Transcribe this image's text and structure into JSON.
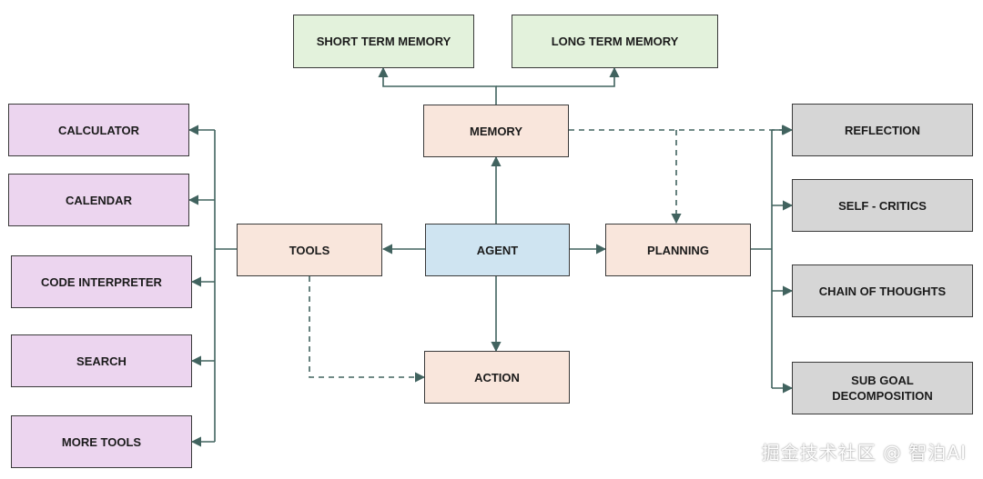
{
  "nodes": {
    "short_term_memory": "SHORT TERM MEMORY",
    "long_term_memory": "LONG TERM MEMORY",
    "memory": "MEMORY",
    "calculator": "CALCULATOR",
    "calendar": "CALENDAR",
    "code_interpreter": "CODE INTERPRETER",
    "search": "SEARCH",
    "more_tools": "MORE TOOLS",
    "tools": "TOOLS",
    "agent": "AGENT",
    "action": "ACTION",
    "planning": "PLANNING",
    "reflection": "REFLECTION",
    "self_critics": "SELF - CRITICS",
    "chain_of_thoughts": "CHAIN OF THOUGHTS",
    "sub_goal_decomposition": "SUB GOAL\nDECOMPOSITION"
  },
  "edges": [
    {
      "from": "memory",
      "to": "short_term_memory",
      "style": "solid"
    },
    {
      "from": "memory",
      "to": "long_term_memory",
      "style": "solid"
    },
    {
      "from": "agent",
      "to": "memory",
      "style": "solid"
    },
    {
      "from": "agent",
      "to": "tools",
      "style": "solid"
    },
    {
      "from": "agent",
      "to": "planning",
      "style": "solid"
    },
    {
      "from": "agent",
      "to": "action",
      "style": "solid"
    },
    {
      "from": "tools",
      "to": "calculator",
      "style": "solid"
    },
    {
      "from": "tools",
      "to": "calendar",
      "style": "solid"
    },
    {
      "from": "tools",
      "to": "code_interpreter",
      "style": "solid"
    },
    {
      "from": "tools",
      "to": "search",
      "style": "solid"
    },
    {
      "from": "tools",
      "to": "more_tools",
      "style": "solid"
    },
    {
      "from": "tools",
      "to": "action",
      "style": "dashed"
    },
    {
      "from": "memory",
      "to": "planning",
      "style": "dashed"
    },
    {
      "from": "memory",
      "to": "reflection",
      "style": "dashed"
    },
    {
      "from": "planning",
      "to": "reflection",
      "style": "solid"
    },
    {
      "from": "planning",
      "to": "self_critics",
      "style": "solid"
    },
    {
      "from": "planning",
      "to": "chain_of_thoughts",
      "style": "solid"
    },
    {
      "from": "planning",
      "to": "sub_goal_decomposition",
      "style": "solid"
    }
  ],
  "colors": {
    "line": "#41635f",
    "memory_store": "#e3f2dc",
    "tool": "#ecd5ef",
    "component": "#f9e6dc",
    "agent": "#cfe4f1",
    "planning_method": "#d6d6d6"
  },
  "watermark": "掘金技术社区 @ 智泊AI"
}
